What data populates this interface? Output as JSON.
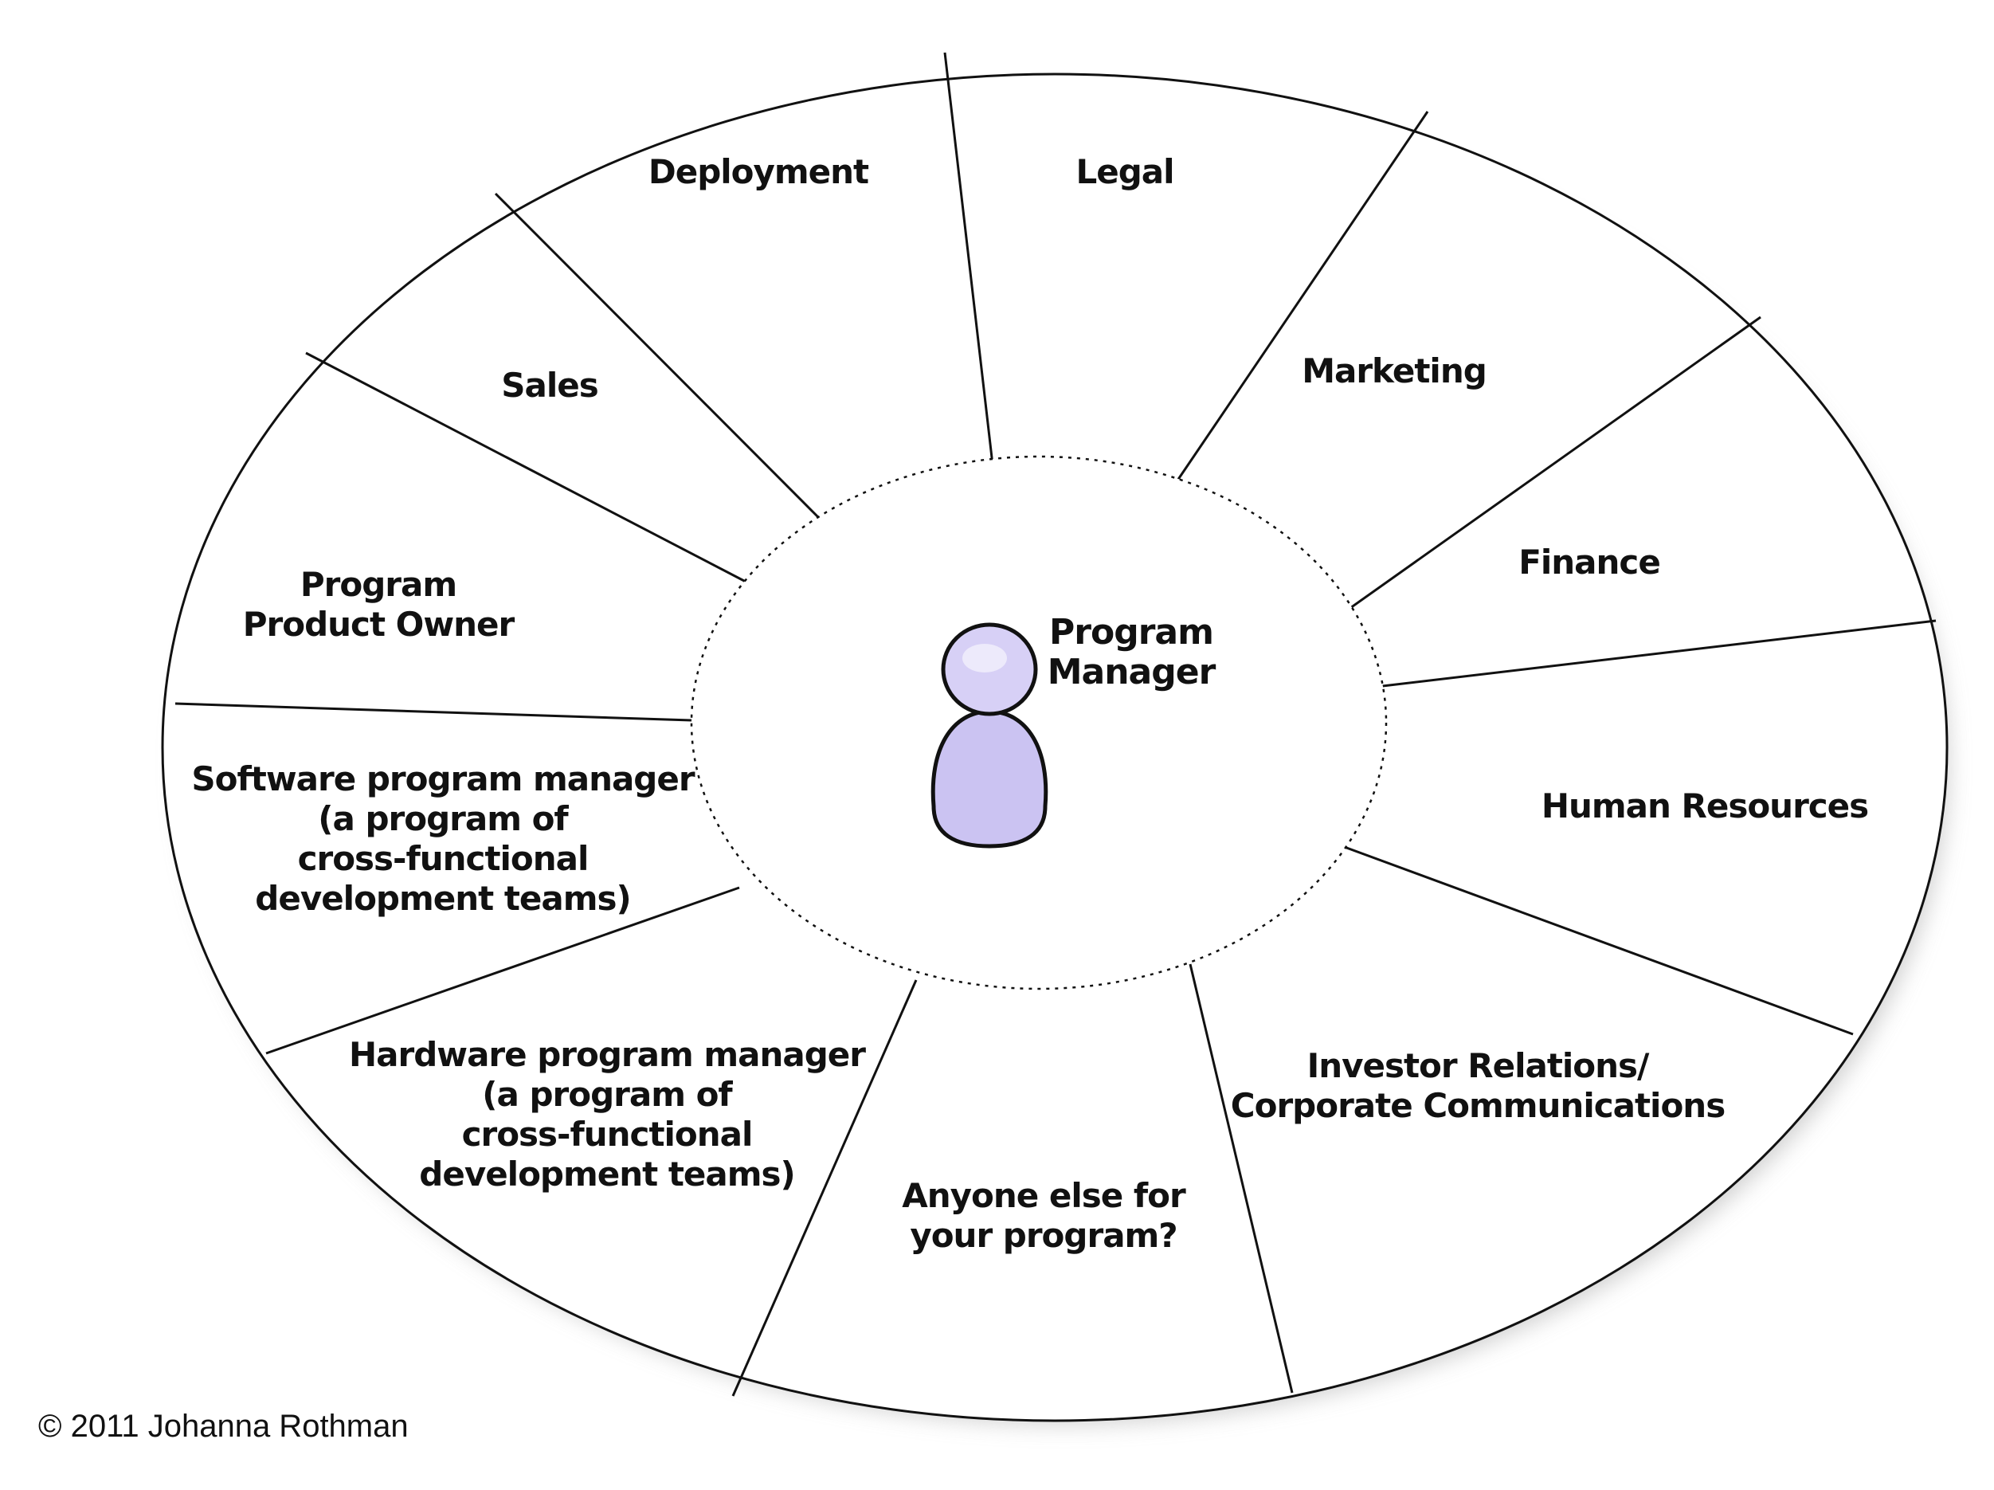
{
  "center": {
    "lines": [
      "Program",
      "Manager"
    ],
    "icon": "person-icon",
    "icon_fill": "#cbc3f2",
    "icon_stroke": "#111111"
  },
  "segments": [
    {
      "id": "deployment",
      "lines": [
        "Deployment"
      ]
    },
    {
      "id": "legal",
      "lines": [
        "Legal"
      ]
    },
    {
      "id": "marketing",
      "lines": [
        "Marketing"
      ]
    },
    {
      "id": "finance",
      "lines": [
        "Finance"
      ]
    },
    {
      "id": "human-resources",
      "lines": [
        "Human Resources"
      ]
    },
    {
      "id": "investor-relations",
      "lines": [
        "Investor Relations/",
        "Corporate Communications"
      ]
    },
    {
      "id": "anyone-else",
      "lines": [
        "Anyone else for",
        "your program?"
      ]
    },
    {
      "id": "hardware-program-manager",
      "lines": [
        "Hardware program manager",
        "(a program of",
        "cross-functional",
        "development teams)"
      ]
    },
    {
      "id": "software-program-manager",
      "lines": [
        "Software program manager",
        "(a program of",
        "cross-functional",
        "development teams)"
      ]
    },
    {
      "id": "program-product-owner",
      "lines": [
        "Program",
        "Product Owner"
      ]
    },
    {
      "id": "sales",
      "lines": [
        "Sales"
      ]
    }
  ],
  "copyright": "© 2011 Johanna Rothman",
  "colors": {
    "outline": "#111111",
    "background": "#ffffff",
    "shadow": "#bdbdbd"
  }
}
